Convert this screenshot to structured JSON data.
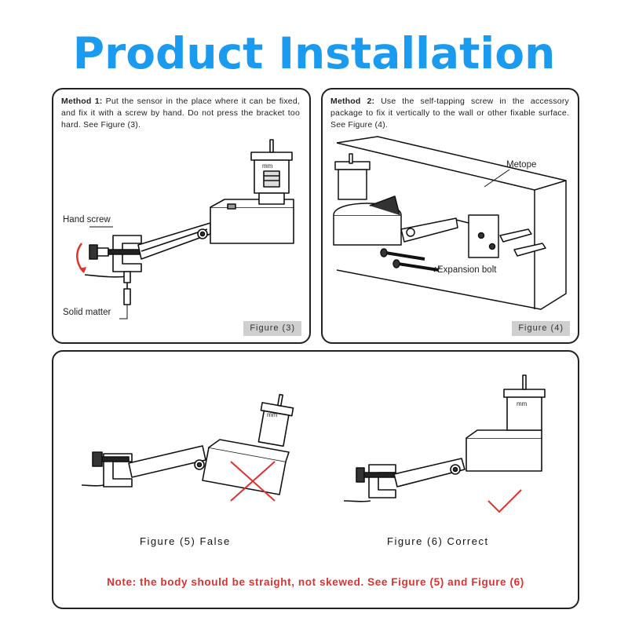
{
  "title": "Product Installation",
  "method1": {
    "heading": "Method 1:",
    "text": " Put the sensor in the place where it can be fixed, and fix it with a screw by hand. Do not press the bracket too hard. See Figure (3).",
    "label_hand_screw": "Hand screw",
    "label_solid_matter": "Solid matter",
    "gauge_unit": "mm",
    "figure": "Figure (3)"
  },
  "method2": {
    "heading": "Method 2:",
    "text": " Use the self-tapping screw in the accessory package to fix it vertically to the wall or other  fixable surface. See Figure (4).",
    "label_metope": "Metope",
    "label_expansion_bolt": "Expansion bolt",
    "figure": "Figure (4)"
  },
  "comparison": {
    "false_caption": "Figure (5) False",
    "correct_caption": "Figure (6) Correct",
    "gauge_unit": "mm",
    "note": "Note: the body should be straight, not skewed. See Figure (5) and Figure (6)"
  },
  "colors": {
    "title": "#1a9bf0",
    "note": "#e03030",
    "cross": "#e03030",
    "check": "#e03030",
    "figure_tag_bg": "#cfcfcf"
  }
}
